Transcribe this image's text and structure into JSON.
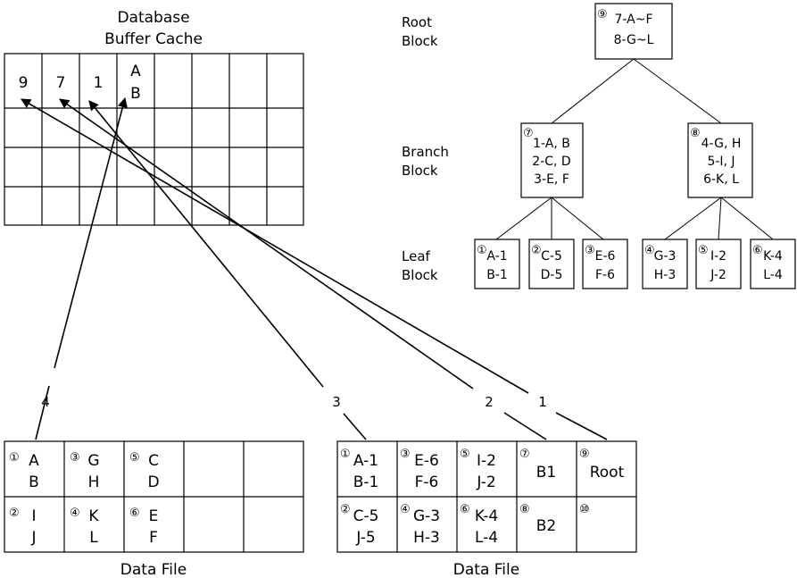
{
  "buffer_cache": {
    "title_line1": "Database",
    "title_line2": "Buffer Cache",
    "row1": [
      "9",
      "7",
      "1",
      "A",
      "B"
    ]
  },
  "tree": {
    "labels": {
      "root": [
        "Root",
        "Block"
      ],
      "branch": [
        "Branch",
        "Block"
      ],
      "leaf": [
        "Leaf",
        "Block"
      ]
    },
    "root": {
      "num": "⑨",
      "lines": [
        "7-A~F",
        "8-G~L"
      ]
    },
    "branches": [
      {
        "num": "⑦",
        "lines": [
          "1-A, B",
          "2-C, D",
          "3-E, F"
        ]
      },
      {
        "num": "⑧",
        "lines": [
          "4-G, H",
          "5-I, J",
          "6-K, L"
        ]
      }
    ],
    "leaves": [
      {
        "num": "①",
        "lines": [
          "A-1",
          "B-1"
        ]
      },
      {
        "num": "②",
        "lines": [
          "C-5",
          "D-5"
        ]
      },
      {
        "num": "③",
        "lines": [
          "E-6",
          "F-6"
        ]
      },
      {
        "num": "④",
        "lines": [
          "G-3",
          "H-3"
        ]
      },
      {
        "num": "⑤",
        "lines": [
          "I-2",
          "J-2"
        ]
      },
      {
        "num": "⑥",
        "lines": [
          "K-4",
          "L-4"
        ]
      }
    ]
  },
  "arrow_labels": [
    "4",
    "3",
    "2",
    "1"
  ],
  "data_file_left": {
    "caption": "Data File",
    "cells": [
      {
        "num": "①",
        "lines": [
          "A",
          "B"
        ]
      },
      {
        "num": "③",
        "lines": [
          "G",
          "H"
        ]
      },
      {
        "num": "⑤",
        "lines": [
          "C",
          "D"
        ]
      },
      {
        "num": "②",
        "lines": [
          "I",
          "J"
        ]
      },
      {
        "num": "④",
        "lines": [
          "K",
          "L"
        ]
      },
      {
        "num": "⑥",
        "lines": [
          "E",
          "F"
        ]
      }
    ]
  },
  "data_file_right": {
    "caption": "Data File",
    "cells": [
      {
        "num": "①",
        "lines": [
          "A-1",
          "B-1"
        ]
      },
      {
        "num": "③",
        "lines": [
          "E-6",
          "F-6"
        ]
      },
      {
        "num": "⑤",
        "lines": [
          "I-2",
          "J-2"
        ]
      },
      {
        "num": "⑦",
        "lines": [
          "B1"
        ]
      },
      {
        "num": "⑨",
        "lines": [
          "Root"
        ]
      },
      {
        "num": "②",
        "lines": [
          "C-5",
          "J-5"
        ]
      },
      {
        "num": "④",
        "lines": [
          "G-3",
          "H-3"
        ]
      },
      {
        "num": "⑥",
        "lines": [
          "K-4",
          "L-4"
        ]
      },
      {
        "num": "⑧",
        "lines": [
          "B2"
        ]
      },
      {
        "num": "⑩",
        "lines": []
      }
    ]
  }
}
